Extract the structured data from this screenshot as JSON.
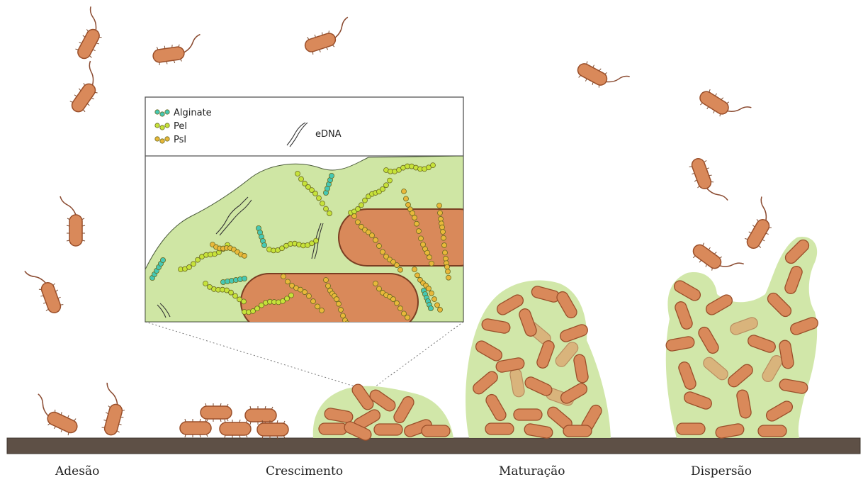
{
  "legend": {
    "alginate": {
      "label": "Alginate",
      "color": "#46c8b4"
    },
    "pel": {
      "label": "Pel",
      "color": "#c6e23a"
    },
    "psl": {
      "label": "Psl",
      "color": "#e8b83a"
    },
    "edna": {
      "label": "eDNA"
    }
  },
  "stages": [
    {
      "label": "Adesão"
    },
    {
      "label": "Crescimento"
    },
    {
      "label": "Maturação"
    },
    {
      "label": "Dispersão"
    }
  ],
  "colors": {
    "bacterium": "#d9895a",
    "bacterium_outline": "#9a4f2a",
    "matrix": "#cfe6a4",
    "surface": "#5e5046"
  }
}
